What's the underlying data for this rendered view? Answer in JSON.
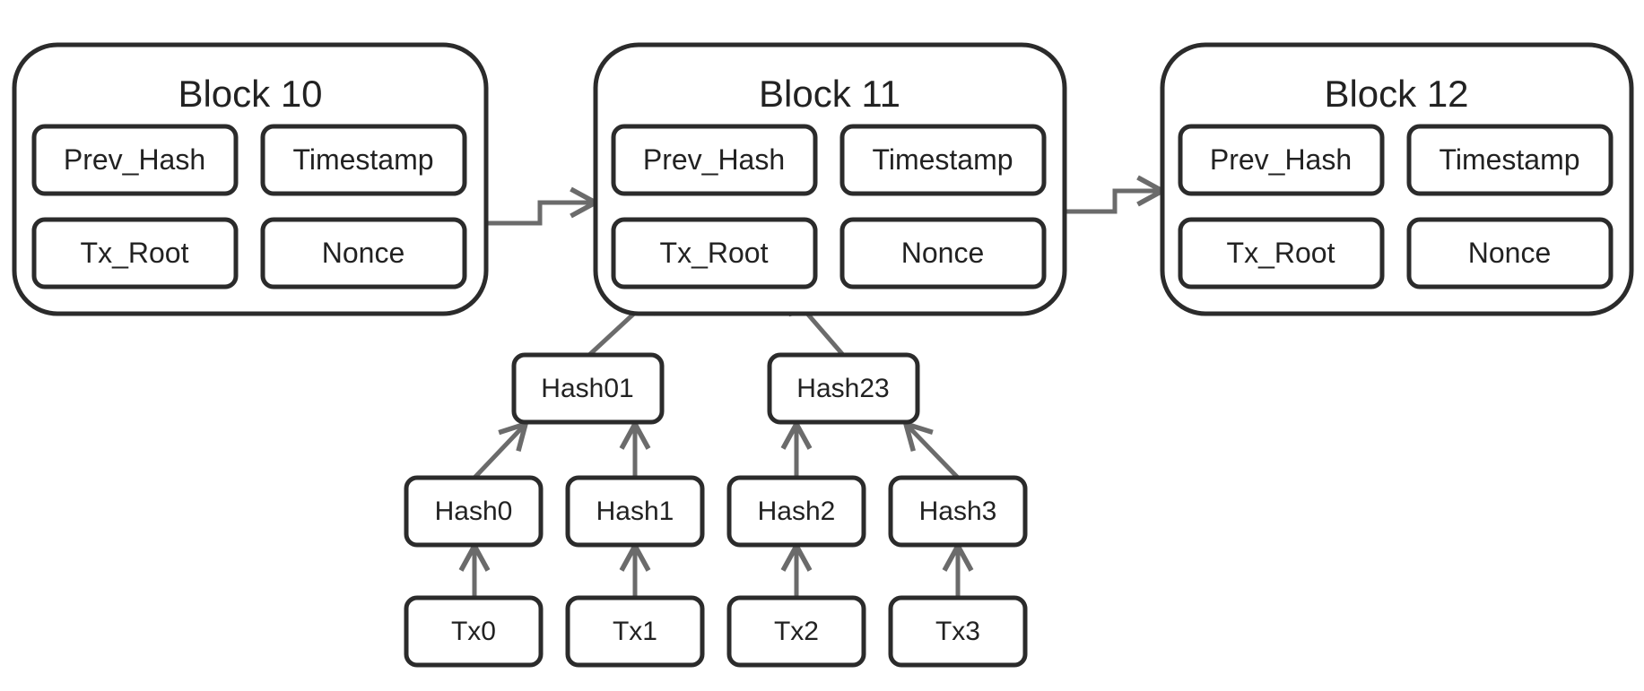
{
  "blocks": [
    {
      "title": "Block 10",
      "fields": [
        "Prev_Hash",
        "Timestamp",
        "Tx_Root",
        "Nonce"
      ]
    },
    {
      "title": "Block 11",
      "fields": [
        "Prev_Hash",
        "Timestamp",
        "Tx_Root",
        "Nonce"
      ]
    },
    {
      "title": "Block 12",
      "fields": [
        "Prev_Hash",
        "Timestamp",
        "Tx_Root",
        "Nonce"
      ]
    }
  ],
  "merkle": {
    "level1": [
      "Hash01",
      "Hash23"
    ],
    "level2": [
      "Hash0",
      "Hash1",
      "Hash2",
      "Hash3"
    ],
    "transactions": [
      "Tx0",
      "Tx1",
      "Tx2",
      "Tx3"
    ]
  },
  "colors": {
    "stroke": "#2b2b2b",
    "arrow": "#6b6b6b",
    "text": "#222222"
  }
}
